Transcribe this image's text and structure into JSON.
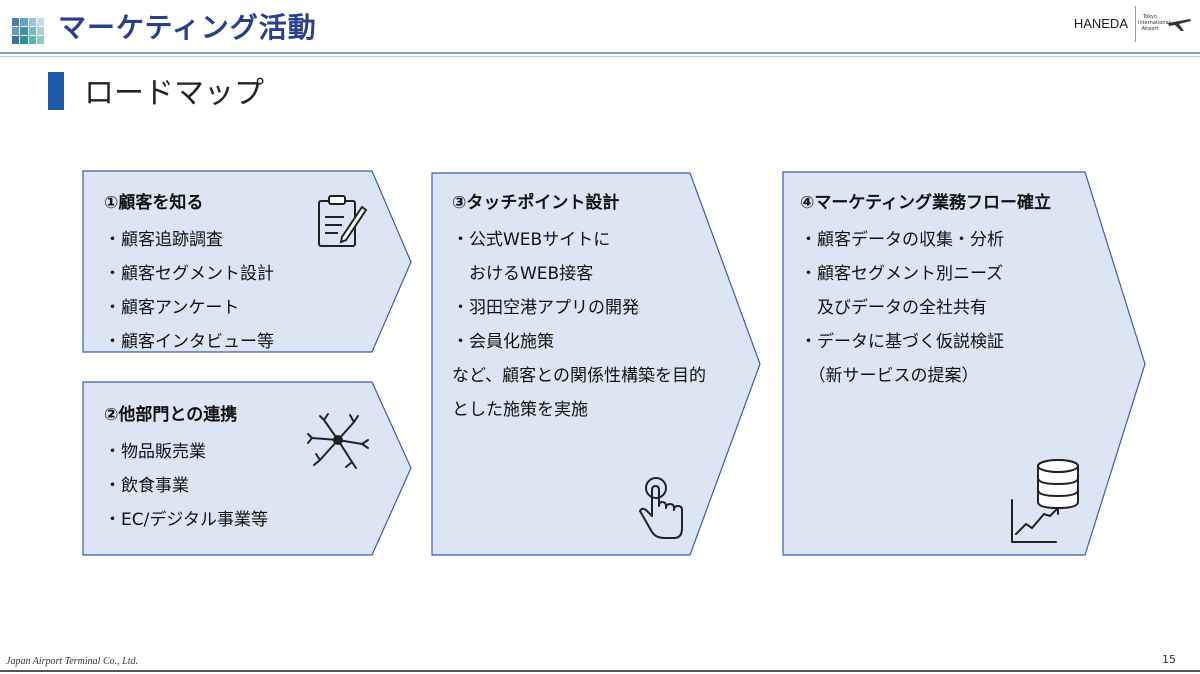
{
  "header": {
    "title": "マーケティング活動",
    "brand": "HANEDA",
    "brand_sub": [
      "Tokyo",
      "International",
      "Airport"
    ]
  },
  "section_title": "ロードマップ",
  "colors": {
    "title": "#2a3f8f",
    "box_fill": "#dbe5f3",
    "box_stroke": "#3b5ea8",
    "section_bar": "#1e5aa8"
  },
  "boxes": {
    "b1": {
      "heading": "①顧客を知る",
      "items": [
        "・顧客追跡調査",
        "・顧客セグメント設計",
        "・顧客アンケート",
        "・顧客インタビュー等"
      ],
      "icon": "clipboard-icon"
    },
    "b2": {
      "heading": "②他部門との連携",
      "items": [
        "・物品販売業",
        "・飲食事業",
        "・EC/デジタル事業等"
      ],
      "icon": "teamwork-hands-icon"
    },
    "b3": {
      "heading": "③タッチポイント設計",
      "lines": [
        "・公式WEBサイトに",
        "　おけるWEB接客",
        "・羽田空港アプリの開発",
        "・会員化施策",
        "など、顧客との関係性構築を目的",
        "とした施策を実施"
      ],
      "icon": "touch-hand-icon"
    },
    "b4": {
      "heading": "④マーケティング業務フロー確立",
      "lines": [
        "・顧客データの収集・分析",
        "・顧客セグメント別ニーズ",
        "　及びデータの全社共有",
        "・データに基づく仮説検証",
        "　（新サービスの提案）"
      ],
      "icon": "database-chart-icon"
    }
  },
  "footer": {
    "company": "Japan Airport Terminal Co., Ltd.",
    "page": "15"
  }
}
